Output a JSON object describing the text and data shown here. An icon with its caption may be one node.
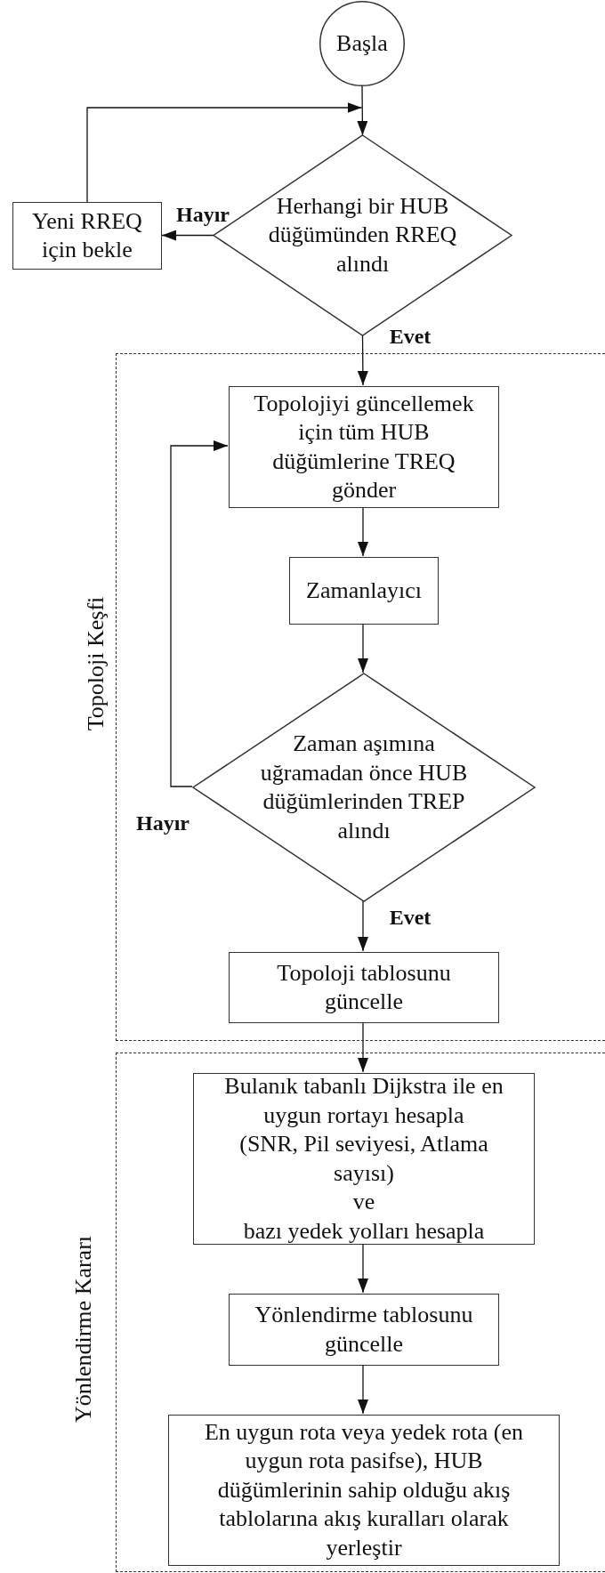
{
  "diagram": {
    "nodes": [
      {
        "text": [
          "Başla"
        ]
      },
      {
        "text": [
          "Herhangi bir HUB düğümünden RREQ alındı"
        ]
      },
      {
        "text": [
          "Yeni RREQ için bekle"
        ]
      },
      {
        "text": [
          "Topoloji Keşfi"
        ]
      },
      {
        "text": [
          "Topolojiyi güncellemek için tüm HUB düğümlerine TREQ gönder"
        ],
        "in": 3
      },
      {
        "text": [
          "Zamanlayıcı"
        ],
        "in": 3
      },
      {
        "text": [
          "Zaman aşımına uğramadan önce HUB düğümlerinden TREP alındı"
        ],
        "in": 3
      },
      {
        "text": [
          "Topoloji tablosunu güncelle"
        ],
        "in": 3
      },
      {
        "text": [
          "Yönlendirme Kararı"
        ]
      },
      {
        "text": [
          "Bulanık tabanlı Dijkstra ile en uygun rortayı hesapla",
          "(SNR, Pil seviyesi, Atlama sayısı)",
          "ve",
          "bazı yedek yolları hesapla"
        ],
        "in": 8
      },
      {
        "text": [
          "Yönlendirme tablosunu güncelle"
        ],
        "in": 8
      },
      {
        "text": [
          "En uygun rota veya yedek rota (en uygun rota pasifse), HUB düğümlerinin sahip olduğu akış tablolarına akış kuralları olarak yerleştir"
        ],
        "in": 8
      }
    ],
    "edges": [
      {
        "from": 0,
        "to": 1,
        "arrow": "to"
      },
      {
        "from": 1,
        "to": 2,
        "arrow": "to",
        "label": "Hayır"
      },
      {
        "from": 2,
        "to": 1,
        "arrow": "to"
      },
      {
        "from": 1,
        "to": 4,
        "arrow": "to",
        "label": "Evet"
      },
      {
        "from": 4,
        "to": 5,
        "arrow": "to"
      },
      {
        "from": 5,
        "to": 6,
        "arrow": "to"
      },
      {
        "from": 6,
        "to": 4,
        "arrow": "to",
        "label": "Hayır"
      },
      {
        "from": 6,
        "to": 7,
        "arrow": "to",
        "label": "Evet"
      },
      {
        "from": 7,
        "to": 9,
        "arrow": "to"
      },
      {
        "from": 9,
        "to": 10,
        "arrow": "to"
      },
      {
        "from": 10,
        "to": 11,
        "arrow": "to"
      }
    ]
  }
}
